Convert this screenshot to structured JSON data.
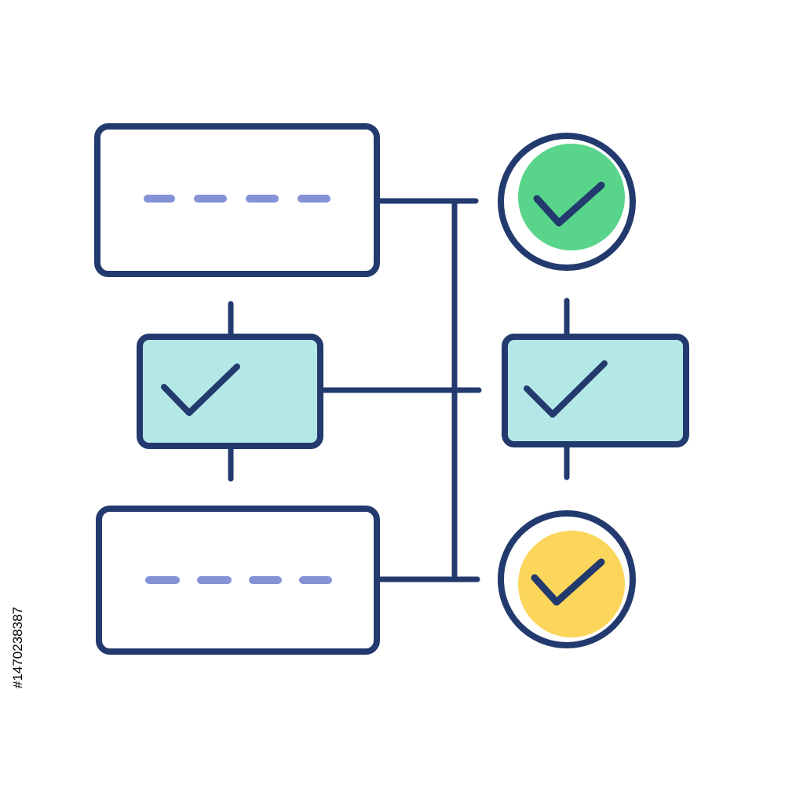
{
  "colors": {
    "outline": "#233a6e",
    "background": "#ffffff",
    "placeholder_dash": "#8592d6",
    "box_fill_teal": "#b4e8e6",
    "badge_green": "#58d58a",
    "badge_yellow": "#fbd65a"
  },
  "nodes": {
    "top_box": {
      "content": "dashed-placeholder"
    },
    "middle_box": {
      "content": "checkmark"
    },
    "bottom_box": {
      "content": "dashed-placeholder"
    },
    "top_badge": {
      "icon": "check-icon",
      "color": "green"
    },
    "middle_right_box": {
      "content": "checkmark"
    },
    "bottom_badge": {
      "icon": "check-icon",
      "color": "yellow"
    }
  },
  "watermark": {
    "id": "#1470238387"
  }
}
